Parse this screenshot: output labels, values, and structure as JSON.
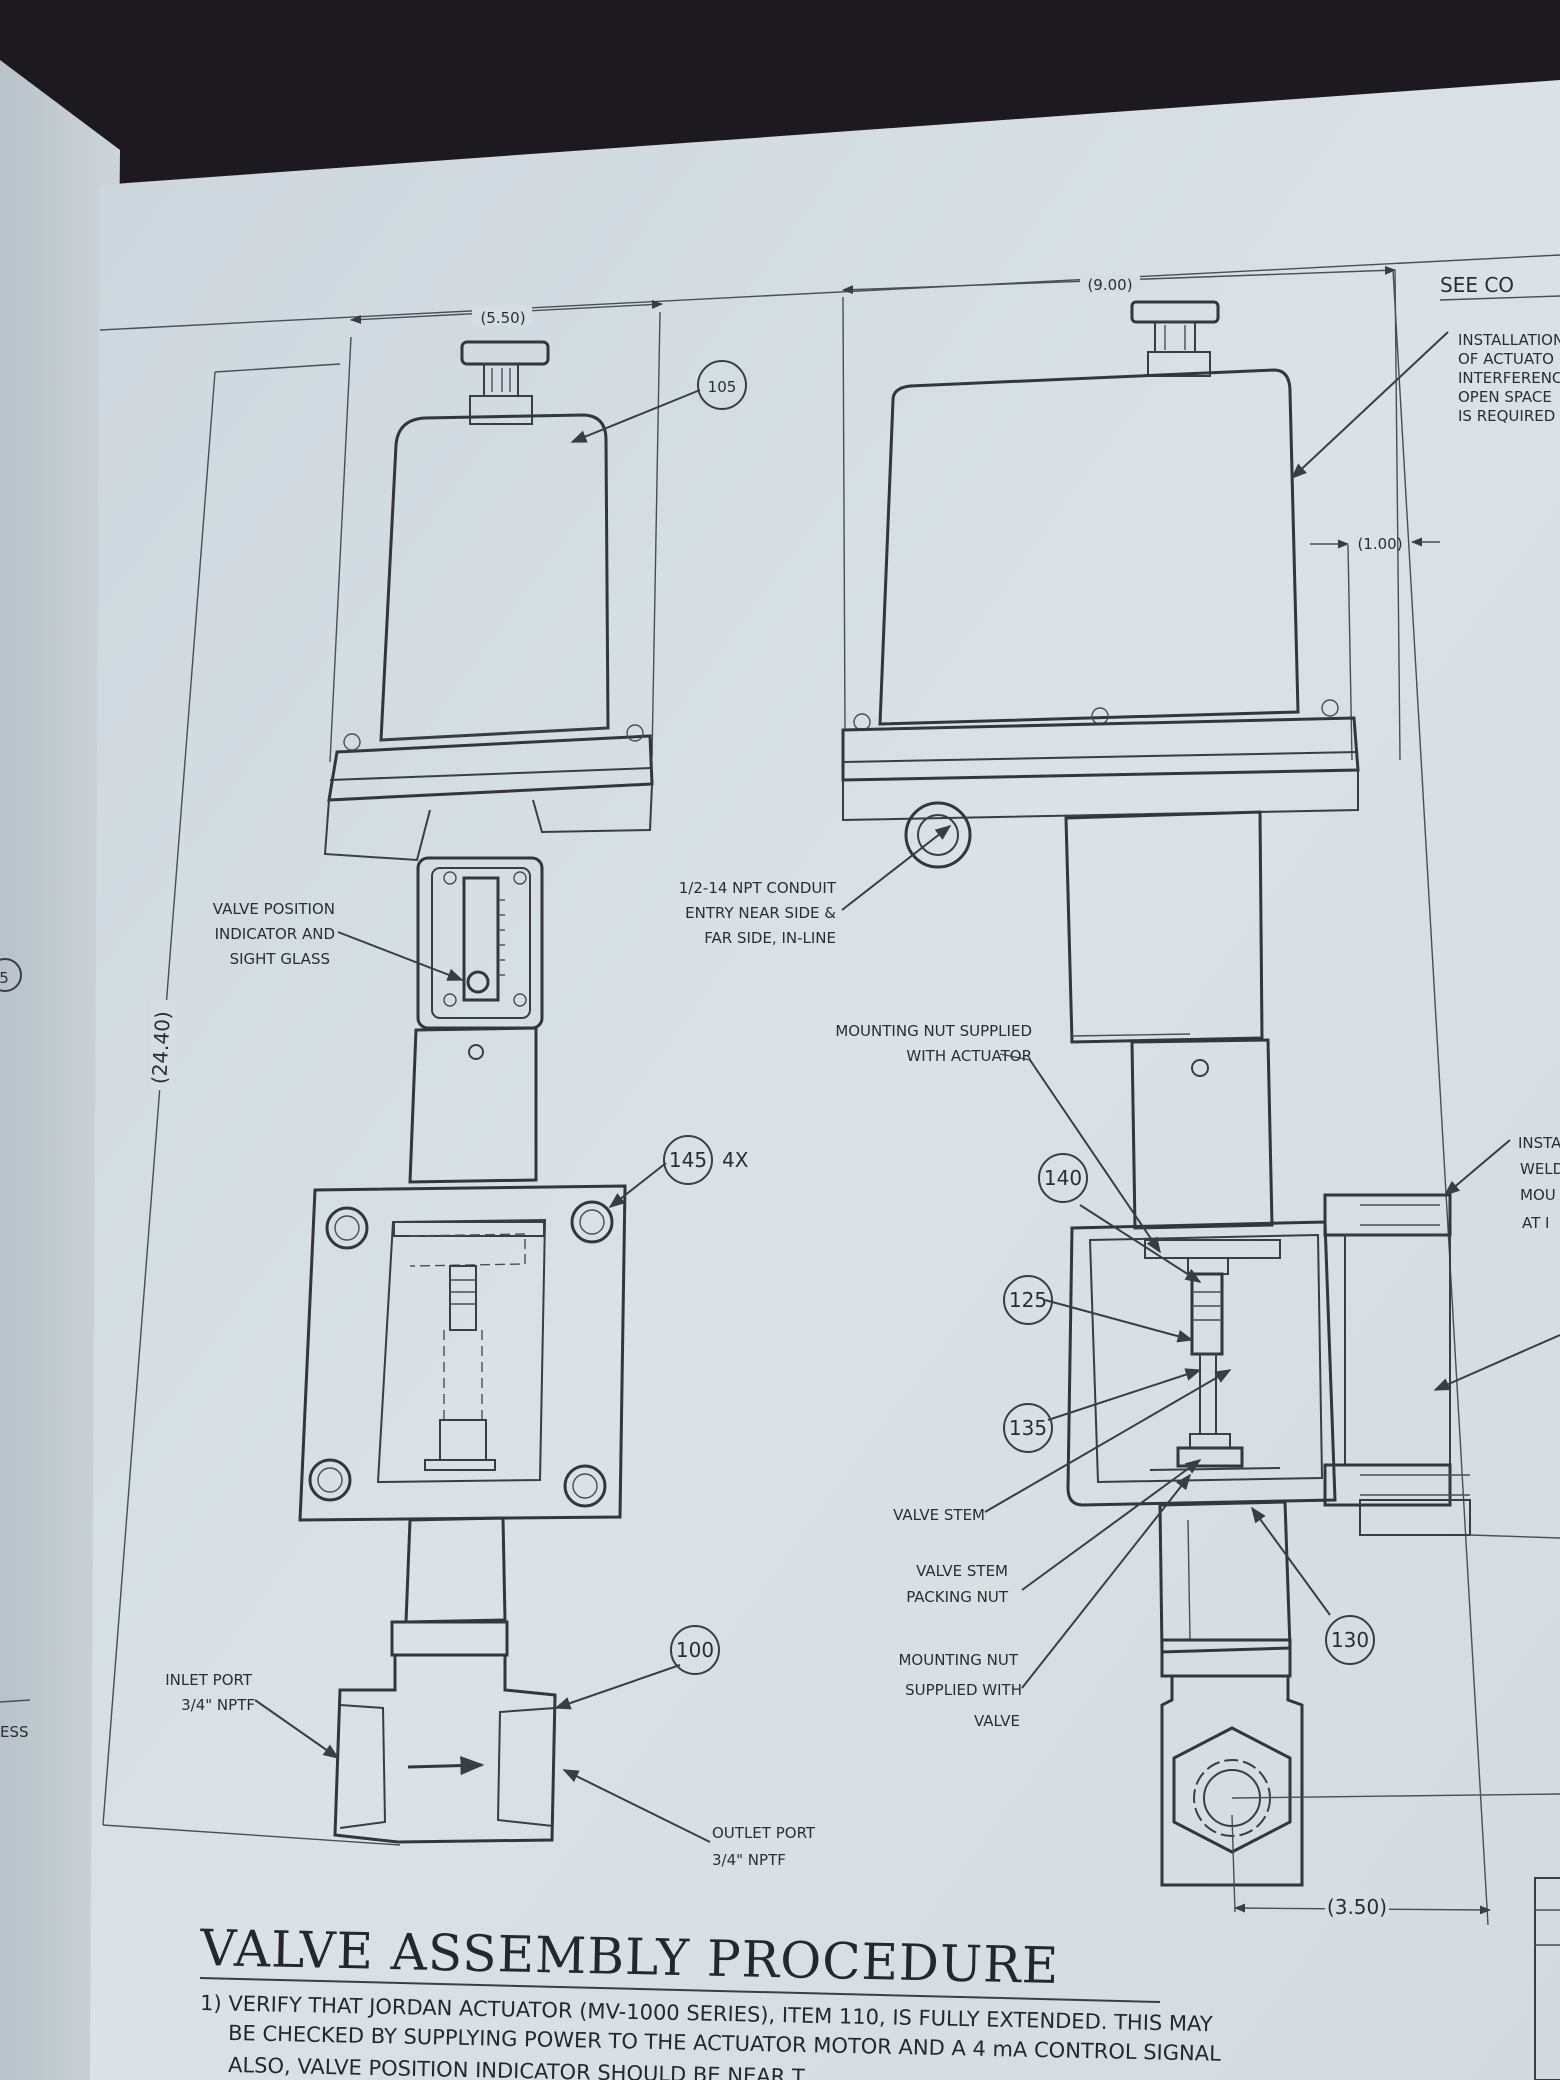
{
  "colors": {
    "background": "#1c1a1f",
    "paper": "#d9e1e6",
    "ink": "#2a2e33"
  },
  "dimensions": {
    "left_width": "(5.50)",
    "right_width": "(9.00)",
    "clearance": "(1.00)",
    "height": "(24.40)",
    "port_offset": "(3.50)"
  },
  "items": {
    "i105": "105",
    "i145": "145",
    "i145_qty": "4X",
    "i100": "100",
    "i140": "140",
    "i125": "125",
    "i135": "135",
    "i130": "130"
  },
  "callouts": {
    "valve_position": [
      "VALVE POSITION",
      "INDICATOR AND",
      "SIGHT GLASS"
    ],
    "conduit": [
      "1/2-14 NPT CONDUIT",
      "ENTRY NEAR SIDE &",
      "FAR SIDE, IN-LINE"
    ],
    "mounting_nut_actuator": [
      "MOUNTING NUT SUPPLIED",
      "WITH ACTUATOR"
    ],
    "valve_stem": "VALVE STEM",
    "packing_nut": [
      "VALVE STEM",
      "PACKING NUT"
    ],
    "mounting_nut_valve": [
      "MOUNTING NUT",
      "SUPPLIED WITH",
      "VALVE"
    ],
    "inlet": [
      "INLET PORT",
      "3/4\" NPTF"
    ],
    "outlet": [
      "OUTLET PORT",
      "3/4\" NPTF"
    ]
  },
  "notes": {
    "see_co": "SEE CO",
    "installation": [
      "INSTALLATION",
      "OF ACTUATO",
      "INTERFERENC",
      "OPEN SPACE",
      "IS REQUIRED"
    ],
    "inst_weld": [
      "INSTA",
      "WELD",
      "MOU",
      "AT I"
    ]
  },
  "edge_marks": {
    "left_circle": "5",
    "left_text": "ESS"
  },
  "procedure": {
    "title": "VALVE ASSEMBLY PROCEDURE",
    "step1_line1": "1) VERIFY THAT JORDAN ACTUATOR (MV-1000 SERIES), ITEM 110, IS FULLY EXTENDED.  THIS MAY",
    "step1_line2": "BE CHECKED BY SUPPLYING POWER TO THE ACTUATOR MOTOR AND A 4 mA CONTROL SIGNAL",
    "step1_line3": "ALSO, VALVE POSITION INDICATOR SHOULD BE NEAR T"
  }
}
